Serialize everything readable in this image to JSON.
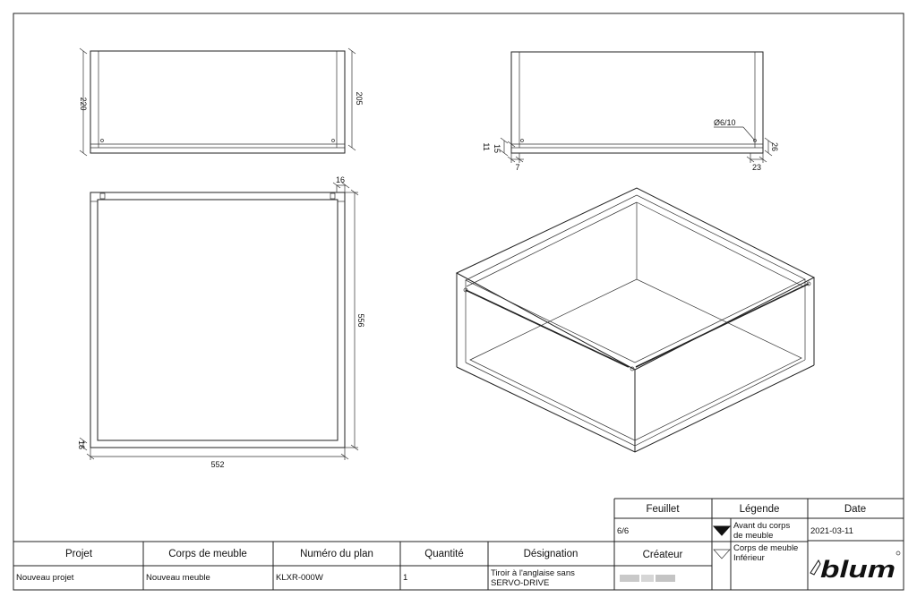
{
  "dimensions": {
    "front_height_left": "220",
    "front_height_right": "205",
    "top_panel": "16",
    "top_depth": "556",
    "bottom_panel": "16",
    "top_width": "552",
    "hole": "Ø6/10",
    "side_11": "11",
    "side_15": "15",
    "side_7": "7",
    "side_26": "26",
    "side_23": "23"
  },
  "title_block": {
    "headers": {
      "sheet": "Feuillet",
      "legend": "Légende",
      "date": "Date",
      "project": "Projet",
      "cabinet": "Corps de meuble",
      "plan_number": "Numéro du plan",
      "quantity": "Quantité",
      "designation": "Désignation",
      "creator": "Créateur"
    },
    "values": {
      "sheet": "6/6",
      "date": "2021-03-11",
      "project": "Nouveau projet",
      "cabinet": "Nouveau meuble",
      "plan_number": "KLXR-000W",
      "quantity": "1",
      "designation_line1": "Tiroir à l'anglaise sans",
      "designation_line2": "SERVO-DRIVE",
      "creator": "(blurred)"
    },
    "legend_items": [
      {
        "label_line1": "Avant du corps",
        "label_line2": "de meuble",
        "symbol": "filled-triangle-down"
      },
      {
        "label_line1": "Corps de meuble",
        "label_line2": "Inférieur",
        "symbol": "outline-triangle-down"
      }
    ],
    "logo_text": "blum"
  }
}
